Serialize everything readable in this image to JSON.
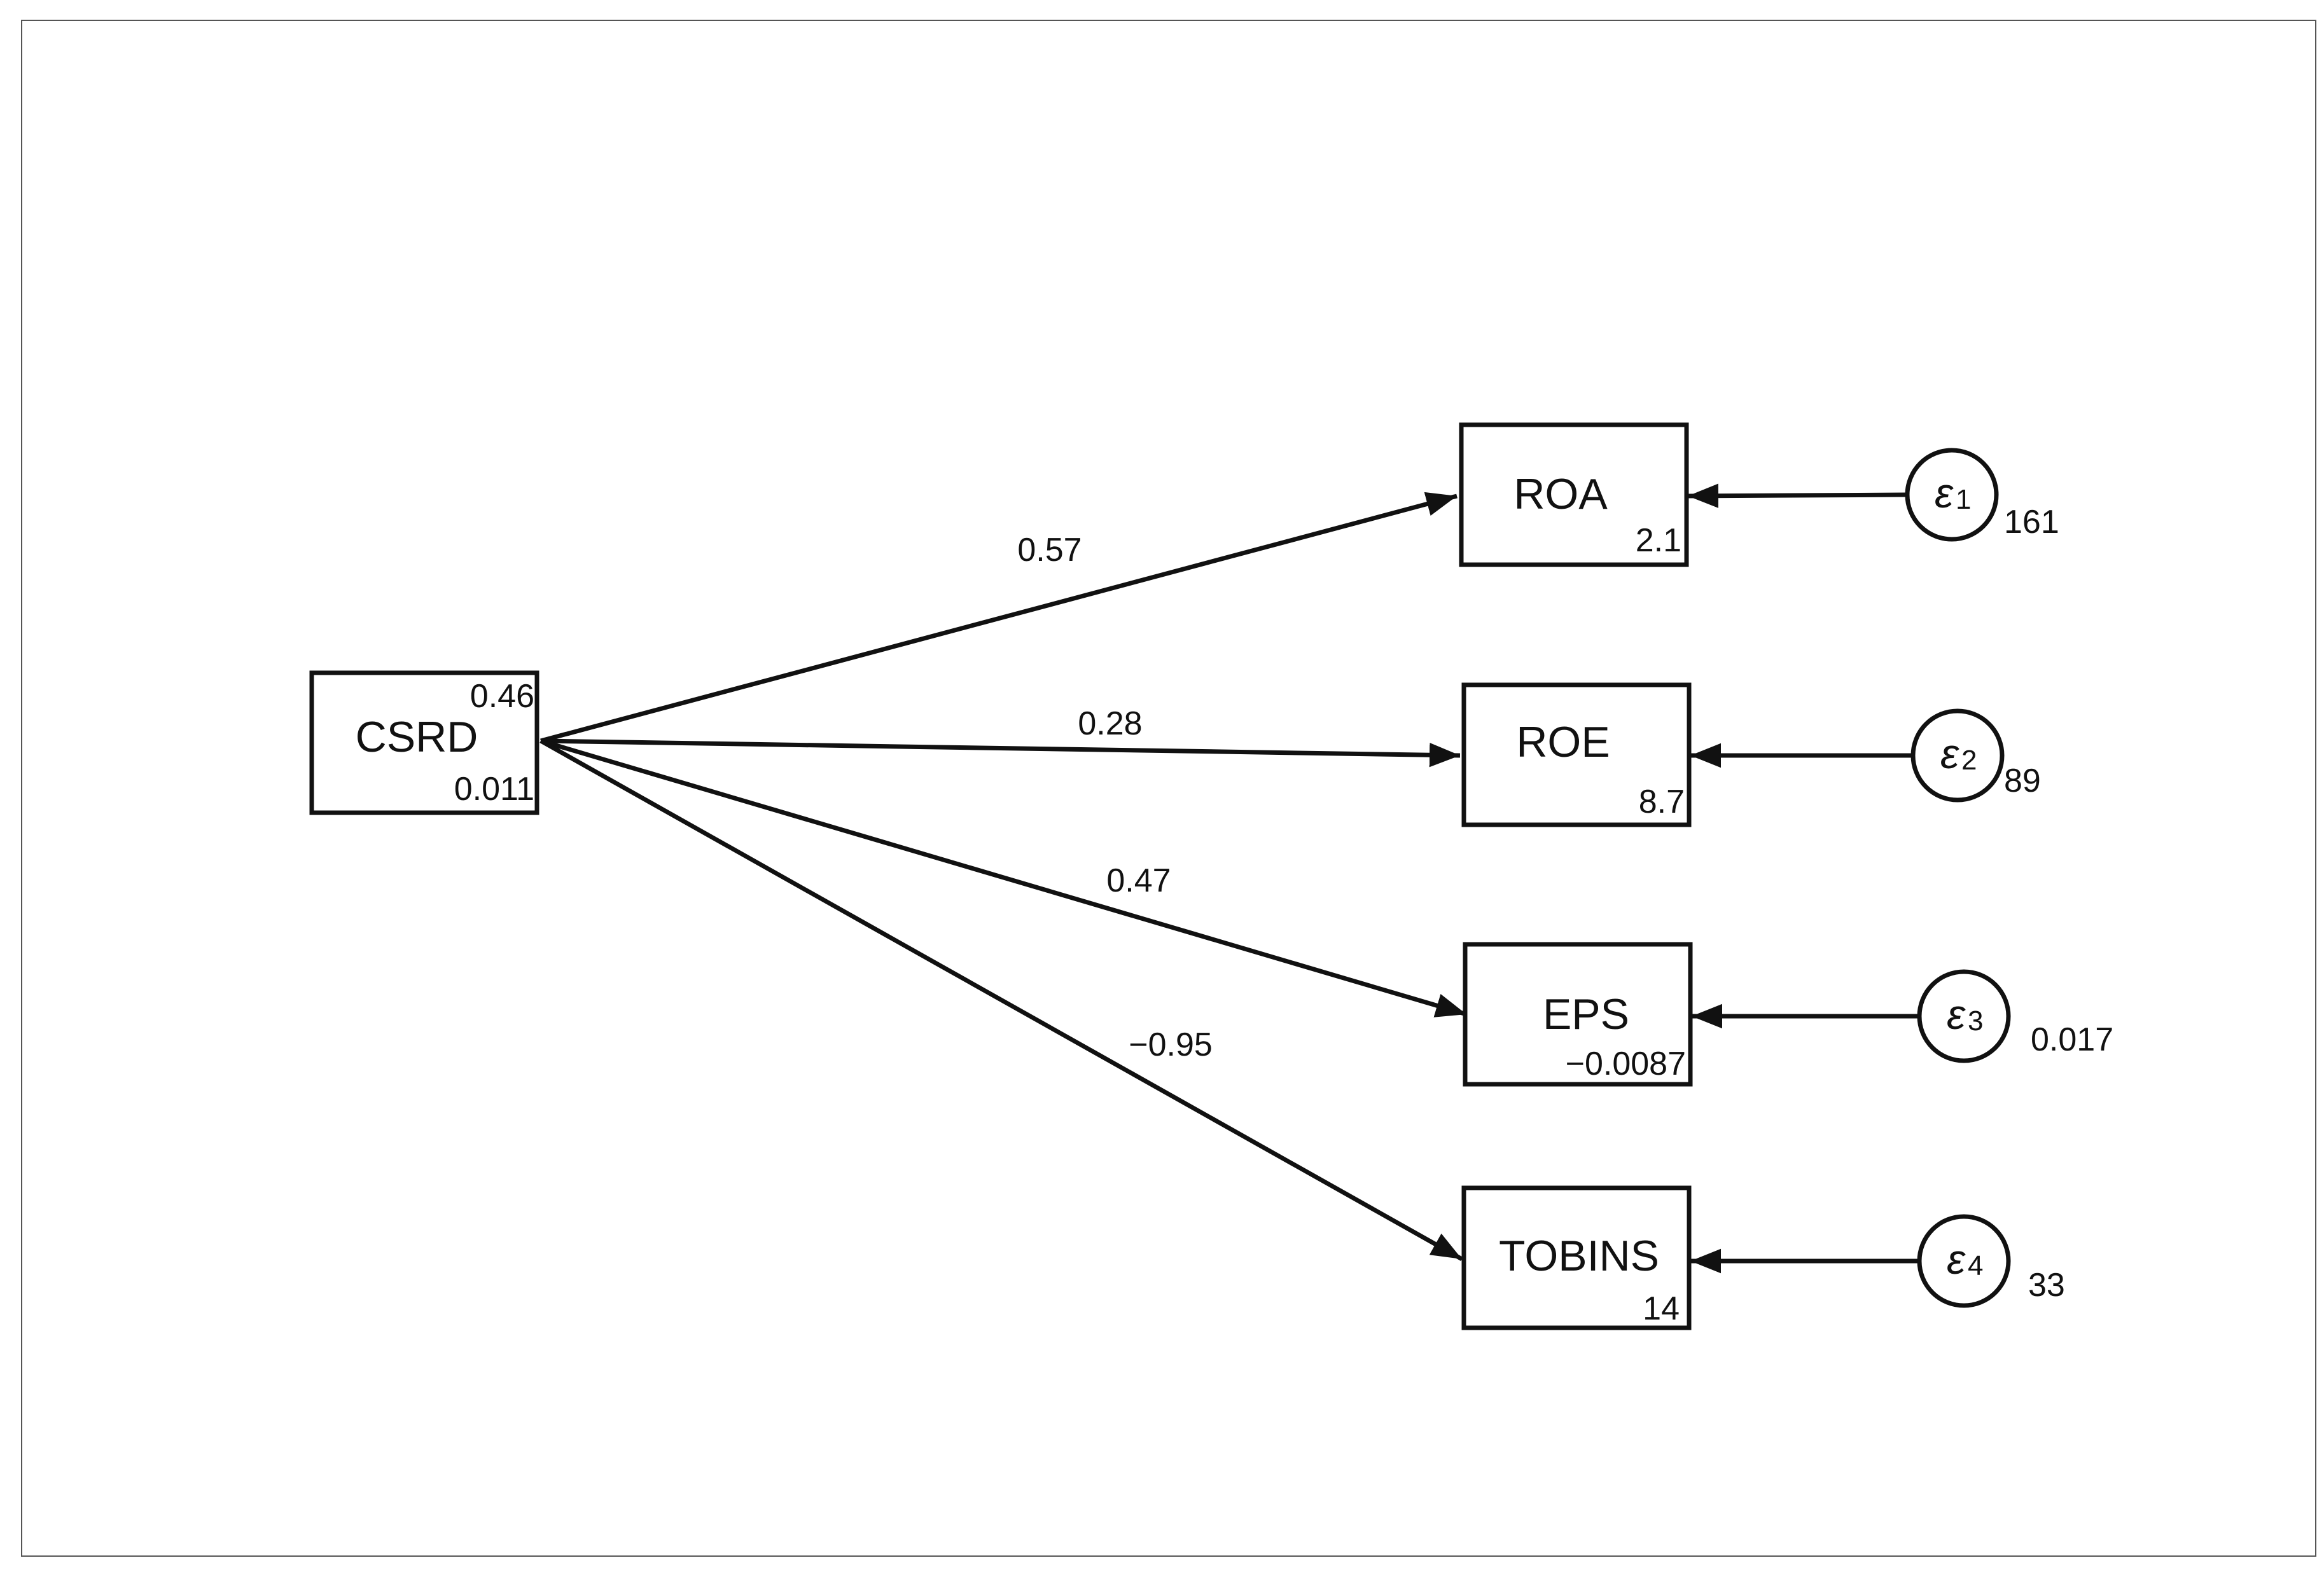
{
  "diagram": {
    "exogenous": {
      "name": "CSRD",
      "mean": "0.46",
      "variance": "0.011"
    },
    "outcomes": [
      {
        "name": "ROA",
        "intercept": "2.1",
        "path_coef": "0.57",
        "error_sym": "ε",
        "error_idx": "1",
        "error_var": "161"
      },
      {
        "name": "ROE",
        "intercept": "8.7",
        "path_coef": "0.28",
        "error_sym": "ε",
        "error_idx": "2",
        "error_var": "89"
      },
      {
        "name": "EPS",
        "intercept": "−0.0087",
        "path_coef": "0.47",
        "error_sym": "ε",
        "error_idx": "3",
        "error_var": "0.017"
      },
      {
        "name": "TOBINS",
        "intercept": "14",
        "path_coef": "−0.95",
        "error_sym": "ε",
        "error_idx": "4",
        "error_var": "33"
      }
    ]
  },
  "colors": {
    "stroke": "#111111",
    "frame": "#555555"
  }
}
